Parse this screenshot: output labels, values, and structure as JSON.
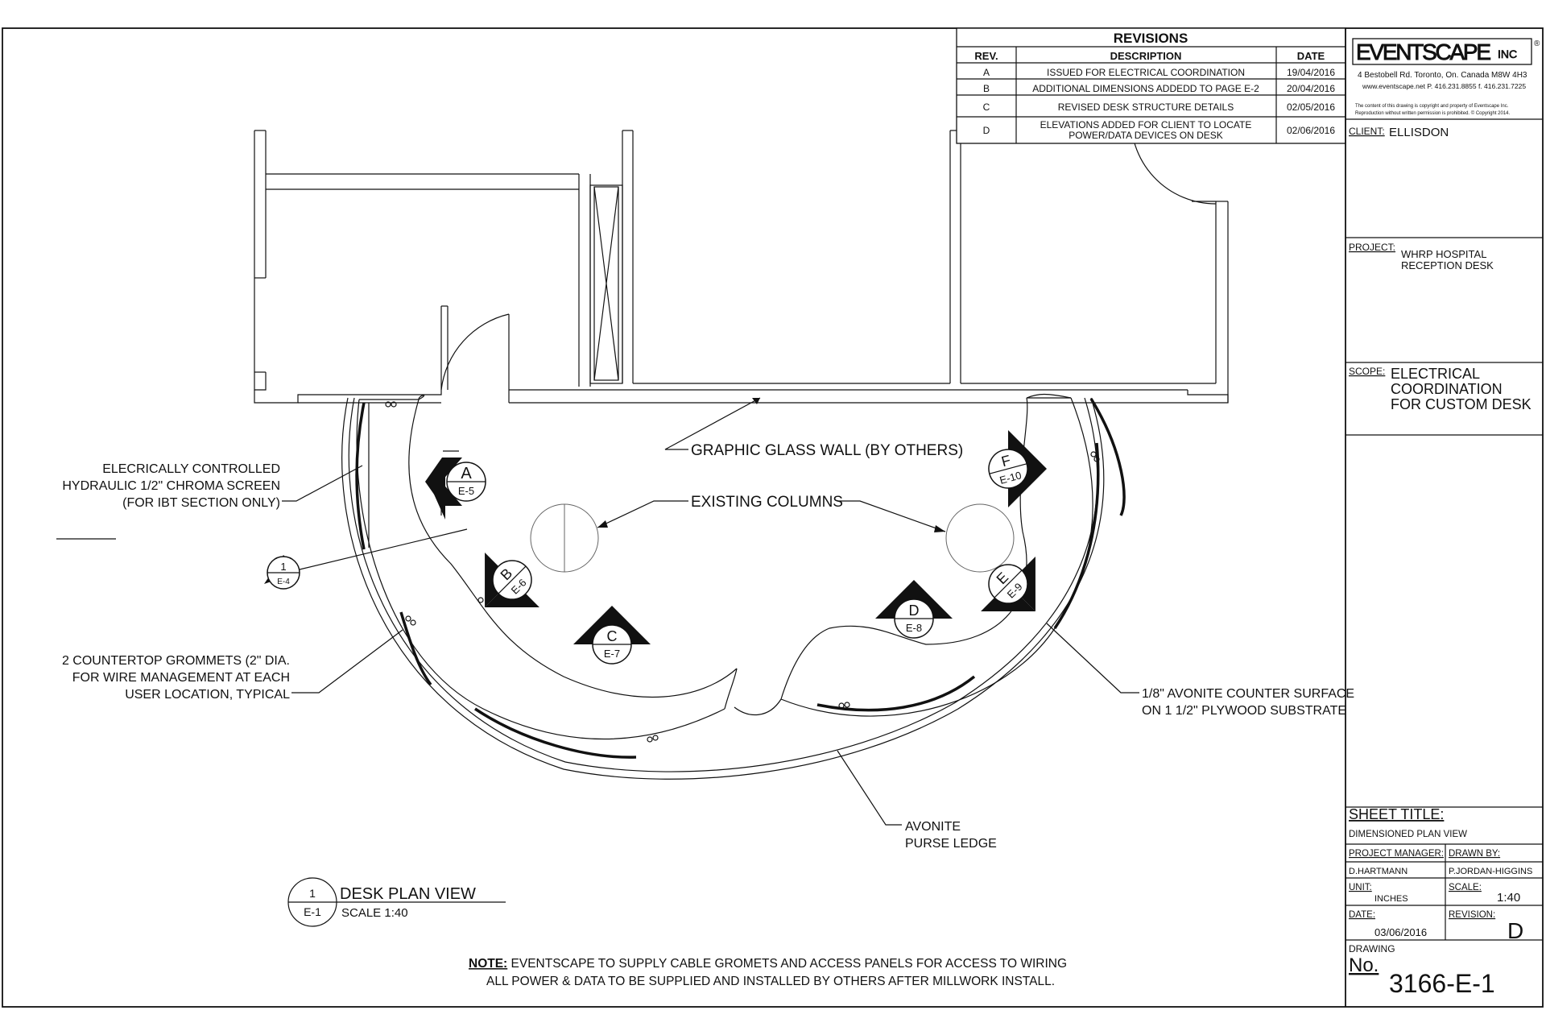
{
  "revisions": {
    "title": "REVISIONS",
    "headers": {
      "rev": "REV.",
      "description": "DESCRIPTION",
      "date": "DATE"
    },
    "rows": [
      {
        "rev": "A",
        "description": "ISSUED FOR ELECTRICAL COORDINATION",
        "date": "19/04/2016"
      },
      {
        "rev": "B",
        "description": "ADDITIONAL DIMENSIONS ADDEDD TO PAGE E-2",
        "date": "20/04/2016"
      },
      {
        "rev": "C",
        "description": "REVISED DESK STRUCTURE DETAILS",
        "date": "02/05/2016"
      },
      {
        "rev": "D",
        "description_line1": "ELEVATIONS ADDED FOR CLIENT TO LOCATE",
        "description_line2": "POWER/DATA DEVICES ON DESK",
        "date": "02/06/2016"
      }
    ]
  },
  "titleblock": {
    "logo": "EVENTSCAPE",
    "logo_suffix": "INC",
    "address": "4 Bestobell Rd. Toronto, On. Canada M8W 4H3",
    "contact": "www.eventscape.net P. 416.231.8855 f. 416.231.7225",
    "copyright_line1": "The content of this drawing is copyright and property of Eventscape Inc.",
    "copyright_line2": "Reproduction without written permission is prohibited. © Copyright 2014.",
    "client_label": "CLIENT:",
    "client": "ELLISDON",
    "project_label": "PROJECT:",
    "project_line1": "WHRP HOSPITAL",
    "project_line2": "RECEPTION DESK",
    "scope_label": "SCOPE:",
    "scope_line1": "ELECTRICAL",
    "scope_line2": "COORDINATION",
    "scope_line3": "FOR CUSTOM DESK",
    "sheet_title_label": "SHEET TITLE:",
    "sheet_title": "DIMENSIONED PLAN VIEW",
    "pm_label": "PROJECT MANAGER:",
    "pm": "D.HARTMANN",
    "drawn_label": "DRAWN BY:",
    "drawn": "P.JORDAN-HIGGINS",
    "unit_label": "UNIT:",
    "unit": "INCHES",
    "scale_label": "SCALE:",
    "scale": "1:40",
    "date_label": "DATE:",
    "date": "03/06/2016",
    "revision_label": "REVISION:",
    "revision": "D",
    "drawing_label": "DRAWING",
    "no_label": "No.",
    "drawing_no": "3166-E-1"
  },
  "annotations": {
    "glass_wall": "GRAPHIC GLASS WALL (BY OTHERS)",
    "columns": "EXISTING COLUMNS",
    "screen_line1": "ELECRICALLY CONTROLLED",
    "screen_line2": "HYDRAULIC 1/2\" CHROMA SCREEN",
    "screen_line3": "(FOR IBT SECTION ONLY)",
    "grommets_line1": "2 COUNTERTOP GROMMETS (2\" DIA.",
    "grommets_line2": "FOR WIRE MANAGEMENT AT EACH",
    "grommets_line3": "USER LOCATION, TYPICAL",
    "counter_line1": "1/8\" AVONITE COUNTER SURFACE",
    "counter_line2": "ON 1 1/2\" PLYWOOD SUBSTRATE",
    "purse_line1": "AVONITE",
    "purse_line2": "PURSE LEDGE"
  },
  "markers": [
    {
      "letter": "A",
      "ref": "E-5"
    },
    {
      "letter": "B",
      "ref": "E-6"
    },
    {
      "letter": "C",
      "ref": "E-7"
    },
    {
      "letter": "D",
      "ref": "E-8"
    },
    {
      "letter": "E",
      "ref": "E-9"
    },
    {
      "letter": "F",
      "ref": "E-10"
    },
    {
      "letter": "1",
      "ref": "E-4"
    }
  ],
  "view_title": {
    "number": "1",
    "ref": "E-1",
    "title": "DESK PLAN VIEW",
    "scale": "SCALE 1:40"
  },
  "note": {
    "label": "NOTE:",
    "line1": " EVENTSCAPE TO SUPPLY CABLE GROMETS AND ACCESS PANELS FOR ACCESS TO WIRING",
    "line2": "ALL POWER & DATA TO BE SUPPLIED AND INSTALLED BY OTHERS AFTER MILLWORK INSTALL."
  }
}
